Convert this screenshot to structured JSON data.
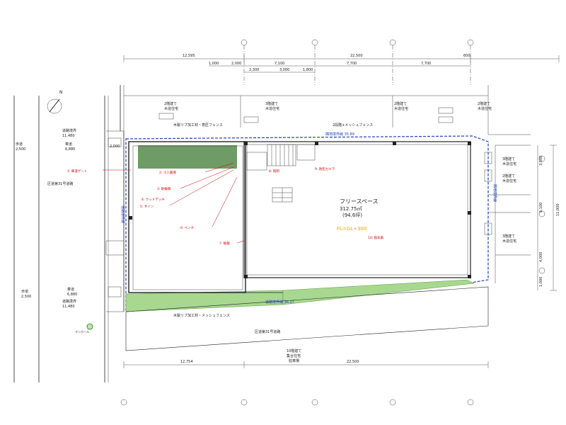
{
  "colors": {
    "boundary": "#2040c0",
    "annotation": "#d40000",
    "planting": "#a8d890",
    "orange": "#f0a000"
  },
  "room": {
    "name": "フリースペース",
    "area_m2": "312.75㎡",
    "area_tsubo": "(94.6坪)",
    "floor_level": "FL=GL+300"
  },
  "top_dims": {
    "row1": [
      "12,595",
      "22,500",
      "600"
    ],
    "row2": [
      "1,000",
      "2,000",
      "7,100",
      "7,700",
      "7,700"
    ],
    "row3": [
      "2,300",
      "3,000",
      "1,800"
    ]
  },
  "bottom_dims": [
    "12,754",
    "22,500"
  ],
  "right_dims": [
    "11,000",
    "3,500",
    "6,100",
    "4,000",
    "1,000"
  ],
  "neighbors": {
    "top": [
      {
        "line1": "2階建て",
        "line2": "木造住宅"
      },
      {
        "line1": "3階建て",
        "line2": "木造住宅"
      },
      {
        "line1": "2階建て",
        "line2": "木造住宅"
      },
      {
        "line1": "2階建て",
        "line2": "木造住宅"
      }
    ],
    "right": [
      {
        "line1": "3階建て",
        "line2": "木造住宅"
      },
      {
        "line1": "2階建て",
        "line2": "木造住宅"
      },
      {
        "line1": "3階建て",
        "line2": "木造住宅"
      }
    ],
    "bottom": {
      "line1": "10階建て",
      "line2": "集合住宅",
      "line3": "駐車場"
    }
  },
  "left": {
    "walk_top": "歩道",
    "walk_top_w": "2,500",
    "road_top": "車道",
    "road_top_w": "6,880",
    "road_name_top": "道路境界",
    "road_width_top": "11,480",
    "road_label": "区道第31号道路",
    "walk_bottom": "歩道",
    "walk_bottom_w": "2,500",
    "road_bottom": "車道",
    "road_bottom_w": "6,880",
    "road_name_bottom": "道路境界",
    "road_width_bottom": "11,480",
    "setback": "2,000",
    "manhole": "マンホール"
  },
  "fence": {
    "top_left": "木製リブ加工材・意匠フェンス",
    "top_right": "2段階+メッシュフェンス",
    "bottom": "木製リブ加工材・メッシュフェンス",
    "road_bottom": "区道第31号道路"
  },
  "annotations": [
    "1: 車道ゲート",
    "2: ゴミ置場",
    "3: 駐輪場",
    "4: ウッドデッキ",
    "5: サイン",
    "6: ベンチ",
    "7: 植栽",
    "8: 照明",
    "9: 防犯カメラ",
    "10: 換気扇"
  ],
  "boundary_labels": {
    "top": "隣地境界線 35.89",
    "bottom": "道路境界線 36.37",
    "right": "隣地境界線",
    "left": "道路境界線"
  },
  "north": "N"
}
